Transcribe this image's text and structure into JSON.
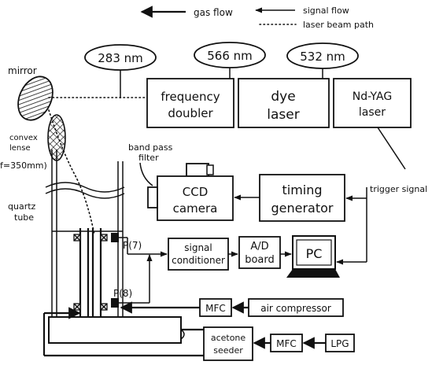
{
  "legend": {
    "gas_flow": "gas flow",
    "signal_flow": "signal flow",
    "laser_path": "laser beam path"
  },
  "wavelengths": {
    "w283": "283 nm",
    "w566": "566 nm",
    "w532": "532 nm"
  },
  "optics": {
    "mirror": "mirror",
    "lens_1": "convex",
    "lens_2": "lense",
    "lens_3": "f=350mm)",
    "filter_1": "band pass",
    "filter_2": "filter",
    "tube_1": "quartz",
    "tube_2": "tube"
  },
  "boxes": {
    "freq_doubler_1": "frequency",
    "freq_doubler_2": "doubler",
    "dye_laser_1": "dye",
    "dye_laser_2": "laser",
    "ndyag_1": "Nd-YAG",
    "ndyag_2": "laser",
    "ccd_1": "CCD",
    "ccd_2": "camera",
    "timing_1": "timing",
    "timing_2": "generator",
    "signal_cond_1": "signal",
    "signal_cond_2": "conditioner",
    "ad_board_1": "A/D",
    "ad_board_2": "board",
    "pc": "PC",
    "mfc_air": "MFC",
    "air_compressor": "air compressor",
    "acetone_1": "acetone",
    "acetone_2": "seeder",
    "mfc_lpg": "MFC",
    "lpg": "LPG"
  },
  "labels": {
    "trigger": "trigger signal",
    "p7": "P(7)",
    "p8": "P(8)"
  }
}
